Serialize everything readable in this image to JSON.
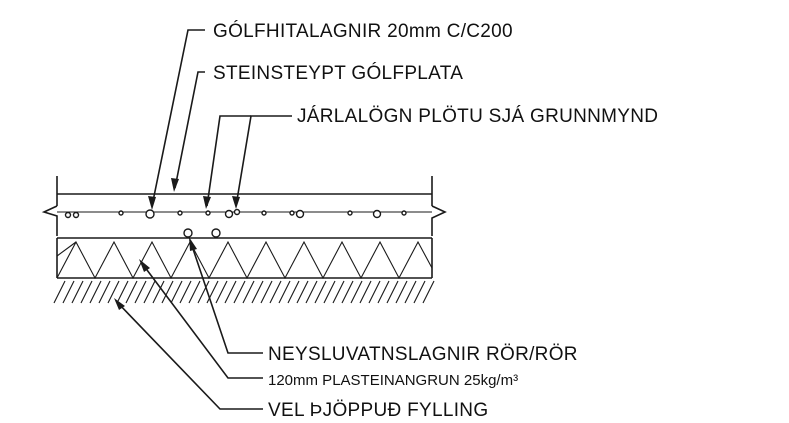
{
  "labels": {
    "floor_heating": "GÓLFHITALAGNIR 20mm C/C200",
    "concrete_slab": "STEINSTEYPT GÓLFPLATA",
    "reinforcement": "JÁRLALÖGN PLÖTU SJÁ GRUNNMYND",
    "water_pipes": "NEYSLUVATNSLAGNIR RÖR/RÖR",
    "insulation": "120mm PLASTEINANGRUN 25kg/m³",
    "fill": "VEL ÞJÖPPUÐ FYLLING"
  },
  "colors": {
    "ink": "#1a1a1a",
    "background": "#ffffff"
  }
}
